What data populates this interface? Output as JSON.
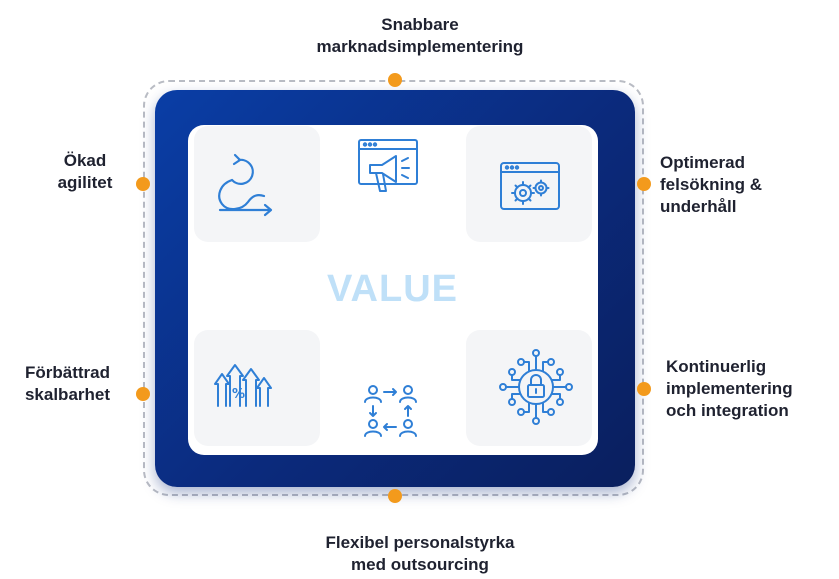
{
  "labels": {
    "top": [
      "Snabbare",
      "marknadsimplementering"
    ],
    "bottom": [
      "Flexibel personalstyrka",
      "med outsourcing"
    ],
    "left_top": [
      "Ökad",
      "agilitet"
    ],
    "left_bottom": [
      "Förbättrad",
      "skalbarhet"
    ],
    "right_top": [
      "Optimerad",
      "felsökning &",
      "underhåll"
    ],
    "right_bottom": [
      "Kontinuerlig",
      "implementering",
      "och integration"
    ]
  },
  "center_text": "VALUE",
  "icons": {
    "top_left": "agile-loop-icon",
    "top_center": "megaphone-browser-icon",
    "top_right": "gear-browser-icon",
    "bottom_left": "growth-arrows-icon",
    "bottom_center": "team-exchange-icon",
    "bottom_right": "circuit-lock-icon"
  },
  "colors": {
    "accent_dot": "#f39a1c",
    "panel_blue": "#0b2a7c",
    "icon_blue": "#2f7fd6",
    "value_text": "#bfe0f8",
    "dashed_frame": "#b9bcc4"
  }
}
